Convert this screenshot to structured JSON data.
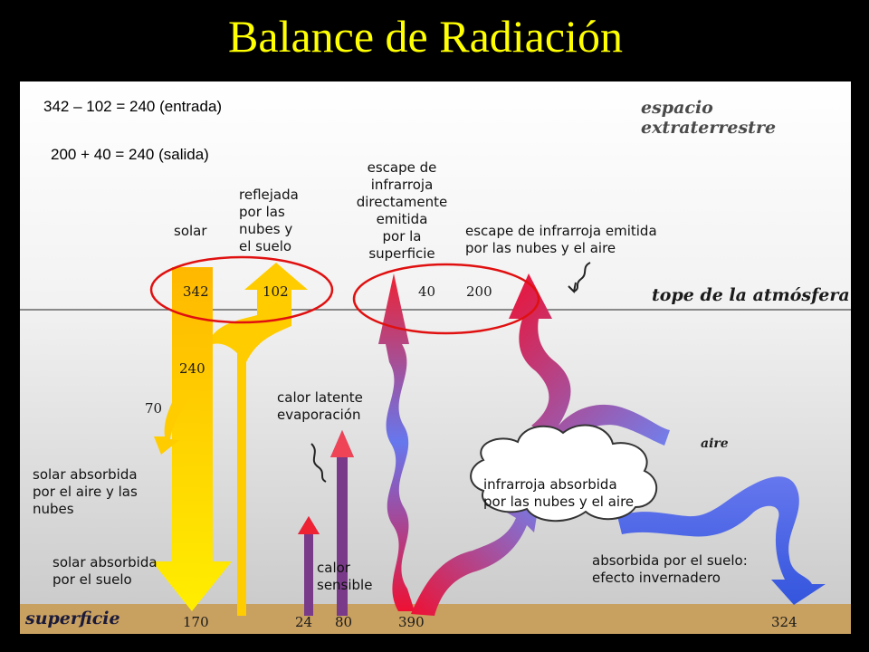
{
  "title": "Balance de Radiación",
  "equations": {
    "incoming": "342 – 102 = 240 (entrada)",
    "outgoing": "200 + 40 = 240 (salida)"
  },
  "labels": {
    "space": "espacio extraterrestre",
    "top_of_atmosphere": "tope de la atmósfera",
    "surface": "superficie",
    "air": "aire",
    "solar": "solar",
    "reflected": "reflejada\npor las\nnubes y\nel suelo",
    "ir_escape_direct": "escape de\ninfrarroja\ndirectamente\nemitida\npor la\nsuperficie",
    "ir_escape_clouds": "escape de infrarroja emitida\npor las nubes y el aire",
    "latent_heat": "calor latente\nevaporación",
    "solar_absorbed_air": "solar absorbida\npor el aire y las\nnubes",
    "solar_absorbed_surface": "solar absorbida\npor el suelo",
    "sensible_heat": "calor\nsensible",
    "ir_absorbed": "infrarroja absorbida\npor las nubes y el aire",
    "greenhouse": "absorbida por el suelo:\nefecto invernadero"
  },
  "values": {
    "solar_in": "342",
    "reflected": "102",
    "absorbed_total": "240",
    "absorbed_air": "70",
    "ir_direct": "40",
    "ir_clouds": "200",
    "surface_solar": "170",
    "sensible": "24",
    "latent": "80",
    "surface_ir": "390",
    "back_radiation": "324"
  },
  "colors": {
    "title": "#ffff00",
    "solar": "#ffcc00",
    "infrared_hot": "#ee1133",
    "infrared_cool": "#6677ee",
    "heat": "#7a3a8a",
    "surface": "#c8a060",
    "highlight": "#e01010"
  }
}
